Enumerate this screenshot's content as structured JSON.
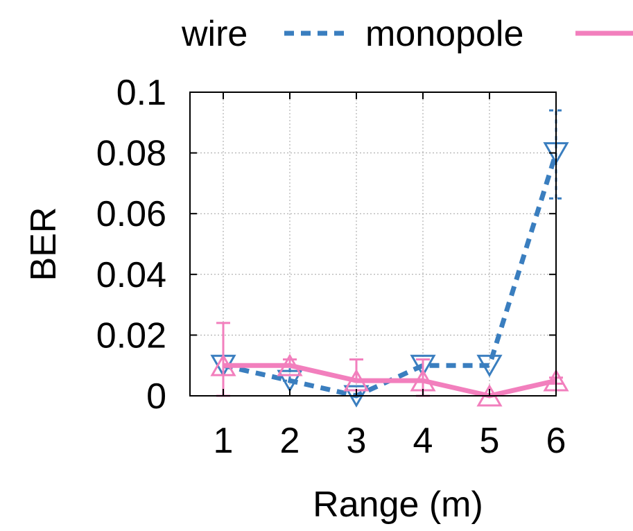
{
  "chart_data": {
    "type": "line",
    "xlabel": "Range (m)",
    "ylabel": "BER",
    "categories": [
      "1",
      "2",
      "3",
      "4",
      "5",
      "6"
    ],
    "x": [
      1,
      2,
      3,
      4,
      5,
      6
    ],
    "xlim": [
      0.5,
      6.0
    ],
    "ylim": [
      0,
      0.1
    ],
    "yticks": [
      "0",
      "0.02",
      "0.04",
      "0.06",
      "0.08",
      "0.1"
    ],
    "ytick_values": [
      0,
      0.02,
      0.04,
      0.06,
      0.08,
      0.1
    ],
    "grid": true,
    "legend": "top",
    "series": [
      {
        "name": "wire",
        "color": "#3a7ebf",
        "line_style": "dashed",
        "marker": "triangle-down",
        "values": [
          0.01,
          0.005,
          0.0,
          0.01,
          0.01,
          0.08
        ],
        "err_low": [
          0.01,
          0.005,
          0.0,
          0.01,
          0.01,
          0.065
        ],
        "err_high": [
          0.01,
          0.01,
          0.0,
          0.01,
          0.01,
          0.094
        ]
      },
      {
        "name": "monopole",
        "color": "#f27fbd",
        "line_style": "solid",
        "marker": "triangle-up",
        "values": [
          0.01,
          0.01,
          0.005,
          0.005,
          0.0,
          0.005
        ],
        "err_low": [
          0.0,
          0.01,
          0.005,
          0.0,
          0.0,
          0.004
        ],
        "err_high": [
          0.024,
          0.012,
          0.012,
          0.012,
          0.0,
          0.006
        ]
      }
    ]
  }
}
